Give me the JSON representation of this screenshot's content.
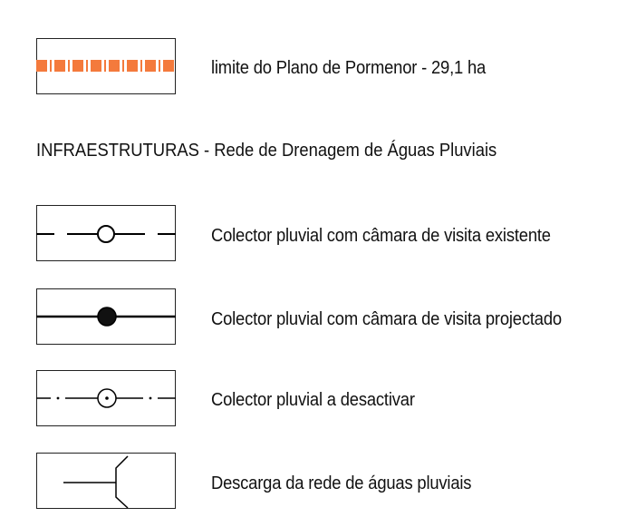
{
  "legend": {
    "boundary": {
      "label": "limite do Plano de Pormenor - 29,1 ha",
      "color": "#f47a3c"
    },
    "section_heading": "INFRAESTRUTURAS - Rede de Drenagem de Águas Pluviais",
    "items": [
      {
        "label": "Colector pluvial com câmara de visita existente",
        "symbol": "dashed-line-open-circle"
      },
      {
        "label": "Colector pluvial com câmara de visita projectado",
        "symbol": "solid-line-filled-circle"
      },
      {
        "label": "Colector pluvial a desactivar",
        "symbol": "dash-dot-line-dotted-circle"
      },
      {
        "label": "Descarga da rede de águas pluviais",
        "symbol": "line-with-outfall-bracket"
      }
    ]
  }
}
